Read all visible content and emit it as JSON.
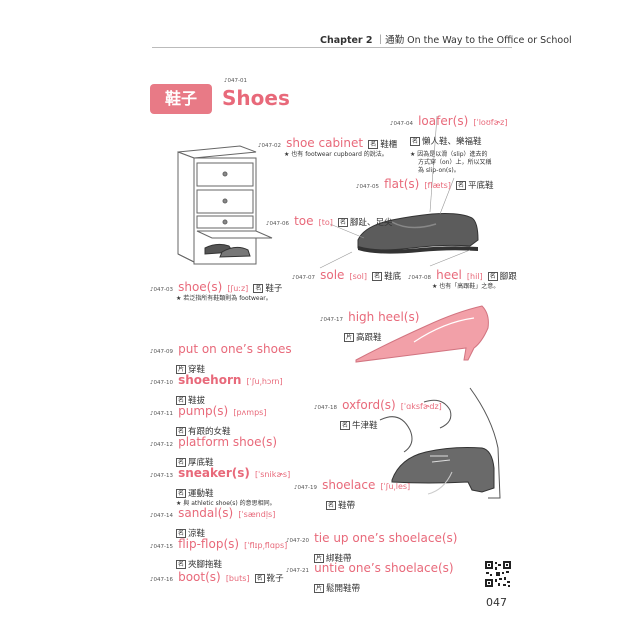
{
  "header": {
    "chapter": "Chapter 2",
    "title": "｜通勤 On the Way to the Office or School"
  },
  "section": {
    "badge": "鞋子",
    "title": "Shoes",
    "track": "♪047-01"
  },
  "entries": {
    "e02": {
      "track": "♪047-02",
      "term": "shoe cabinet",
      "pos": "名",
      "zh": "鞋櫃",
      "note": "★ 也有 footwear cupboard 的說法。"
    },
    "e03": {
      "track": "♪047-03",
      "term": "shoe(s)",
      "ipa": "[ʃuːz]",
      "pos": "名",
      "zh": "鞋子",
      "note": "★ 若泛指所有鞋類則為 footwear。"
    },
    "e04": {
      "track": "♪047-04",
      "term": "loafer(s)",
      "ipa": "[ˈloʊfɚz]",
      "pos": "名",
      "zh": "懶人鞋、樂福鞋",
      "note1": "★ 因為是以滑（slip）進去的",
      "note2": "方式穿（on）上，所以又稱",
      "note3": "為 slip-on(s)。"
    },
    "e05": {
      "track": "♪047-05",
      "term": "flat(s)",
      "ipa": "[flæts]",
      "pos": "名",
      "zh": "平底鞋"
    },
    "e06": {
      "track": "♪047-06",
      "term": "toe",
      "ipa": "[to]",
      "pos": "名",
      "zh": "腳趾、足尖"
    },
    "e07": {
      "track": "♪047-07",
      "term": "sole",
      "ipa": "[sol]",
      "pos": "名",
      "zh": "鞋底"
    },
    "e08": {
      "track": "♪047-08",
      "term": "heel",
      "ipa": "[hil]",
      "pos": "名",
      "zh": "腳跟",
      "note": "★ 也有「高跟鞋」之意。"
    },
    "e09": {
      "track": "♪047-09",
      "term": "put on one’s shoes",
      "pos": "片",
      "zh": "穿鞋"
    },
    "e10": {
      "track": "♪047-10",
      "term": "shoehorn",
      "ipa": "[ˈʃu͵hɔrn]",
      "pos": "名",
      "zh": "鞋拔"
    },
    "e11": {
      "track": "♪047-11",
      "term": "pump(s)",
      "ipa": "[pʌmps]",
      "pos": "名",
      "zh": "有跟的女鞋"
    },
    "e12": {
      "track": "♪047-12",
      "term": "platform shoe(s)",
      "pos": "名",
      "zh": "厚底鞋"
    },
    "e13": {
      "track": "♪047-13",
      "term": "sneaker(s)",
      "ipa": "[ˈsnikɚs]",
      "pos": "名",
      "zh": "運動鞋",
      "note": "★ 與 athletic shoe(s) 的意思相同。"
    },
    "e14": {
      "track": "♪047-14",
      "term": "sandal(s)",
      "ipa": "[ˈsændl̩s]",
      "pos": "名",
      "zh": "涼鞋"
    },
    "e15": {
      "track": "♪047-15",
      "term": "flip-flop(s)",
      "ipa": "[ˈflɪp͵flɑps]",
      "pos": "名",
      "zh": "夾腳拖鞋"
    },
    "e16": {
      "track": "♪047-16",
      "term": "boot(s)",
      "ipa": "[buts]",
      "pos": "名",
      "zh": "靴子"
    },
    "e17": {
      "track": "♪047-17",
      "term": "high heel(s)",
      "pos": "片",
      "zh": "高跟鞋"
    },
    "e18": {
      "track": "♪047-18",
      "term": "oxford(s)",
      "ipa": "[ˈɑksfɚdz]",
      "pos": "名",
      "zh": "牛津鞋"
    },
    "e19": {
      "track": "♪047-19",
      "term": "shoelace",
      "ipa": "[ˈʃu͵les]",
      "pos": "名",
      "zh": "鞋帶"
    },
    "e20": {
      "track": "♪047-20",
      "term": "tie up one’s shoelace(s)",
      "pos": "片",
      "zh": "綁鞋帶"
    },
    "e21": {
      "track": "♪047-21",
      "term": "untie one’s shoelace(s)",
      "pos": "片",
      "zh": "鬆開鞋帶"
    }
  },
  "page_number": "047",
  "colors": {
    "accent": "#e8697a",
    "badge": "#e87a86",
    "shoe_dark": "#5c5c5c",
    "heel_pink": "#f2a0a8"
  }
}
